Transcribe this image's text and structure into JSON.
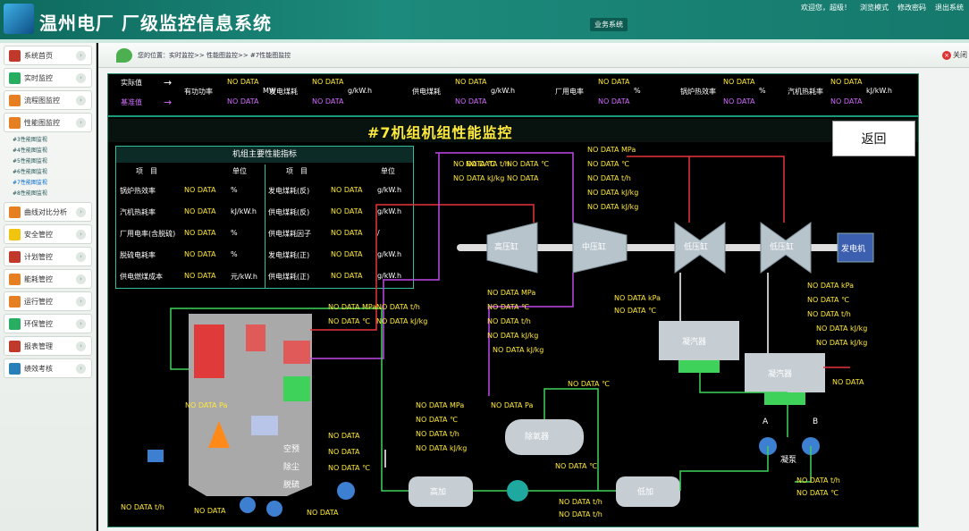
{
  "header": {
    "title": "温州电厂 厂级监控信息系统",
    "links": [
      "欢迎您，超级！",
      "浏览模式",
      "修改密码",
      "退出系统"
    ],
    "business_switch": "业务系统"
  },
  "sidebar": {
    "items": [
      {
        "label": "系统首页",
        "icon_color": "#c0392b"
      },
      {
        "label": "实时监控",
        "icon_color": "#27ae60"
      },
      {
        "label": "流程图监控",
        "icon_color": "#e67e22"
      },
      {
        "label": "性能图监控",
        "icon_color": "#e67e22"
      }
    ],
    "subitems": [
      "#3性能图监视",
      "#4性能图监视",
      "#5性能图监视",
      "#6性能图监视",
      "#7性能图监视",
      "#8性能图监视"
    ],
    "items2": [
      {
        "label": "曲线对比分析",
        "icon_color": "#e67e22"
      },
      {
        "label": "安全管控",
        "icon_color": "#f1c40f"
      },
      {
        "label": "计划管控",
        "icon_color": "#c0392b"
      },
      {
        "label": "能耗管控",
        "icon_color": "#e67e22"
      },
      {
        "label": "运行管控",
        "icon_color": "#e67e22"
      },
      {
        "label": "环保管控",
        "icon_color": "#27ae60"
      },
      {
        "label": "报表管理",
        "icon_color": "#c0392b"
      },
      {
        "label": "绩效考核",
        "icon_color": "#2980b9"
      }
    ]
  },
  "breadcrumb": "您的位置：实时监控>> 性能图监控>> #7性能图监控",
  "close_label": "关闭",
  "legend": {
    "actual": "实际值",
    "target": "基准值",
    "nd": "NO DATA",
    "items": [
      {
        "name": "有功功率",
        "unit": "MW"
      },
      {
        "name": "发电煤耗",
        "unit": "g/kW.h"
      },
      {
        "name": "供电煤耗",
        "unit": "g/kW.h"
      },
      {
        "name": "厂用电率",
        "unit": "%"
      },
      {
        "name": "锅炉热效率",
        "unit": "%"
      },
      {
        "name": "汽机热耗率",
        "unit": "kJ/kW.h"
      }
    ]
  },
  "main": {
    "title": "#7机组机组性能监控",
    "back": "返回"
  },
  "indicators": {
    "title": "机组主要性能指标",
    "col_item": "项　目",
    "col_unit": "单位",
    "left": [
      {
        "name": "锅炉热效率",
        "unit": "%"
      },
      {
        "name": "汽机热耗率",
        "unit": "kJ/kW.h"
      },
      {
        "name": "厂用电率(含脱硫)",
        "unit": "%"
      },
      {
        "name": "脱硫电耗率",
        "unit": "%"
      },
      {
        "name": "供电燃煤成本",
        "unit": "元/kW.h"
      }
    ],
    "right": [
      {
        "name": "发电煤耗(反)",
        "unit": "g/kW.h"
      },
      {
        "name": "供电煤耗(反)",
        "unit": "g/kW.h"
      },
      {
        "name": "供电煤耗因子",
        "unit": "/"
      },
      {
        "name": "发电煤耗(正)",
        "unit": "g/kW.h"
      },
      {
        "name": "供电煤耗(正)",
        "unit": "g/kW.h"
      }
    ]
  },
  "equipment": {
    "hp": "高压缸",
    "ip": "中压缸",
    "lp1": "低压缸",
    "lp2": "低压缸",
    "gen": "发电机",
    "cond1": "凝汽器",
    "cond2": "凝汽器",
    "deaer": "除氧器",
    "hph": "高加",
    "lph": "低加",
    "airpre": "空预",
    "dust": "除尘",
    "desulf": "脱硫",
    "pump": "凝泵",
    "pump_a": "A",
    "pump_b": "B"
  }
}
